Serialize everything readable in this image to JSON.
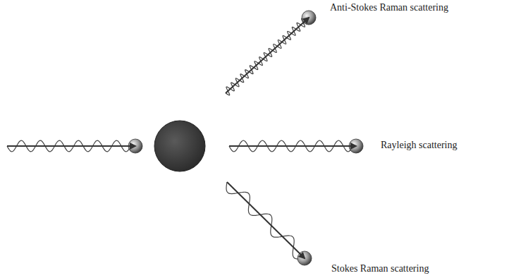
{
  "diagram": {
    "labels": [
      "Anti-Stokes Raman scattering",
      "Rayleigh scattering",
      "Stokes Raman scattering"
    ]
  }
}
